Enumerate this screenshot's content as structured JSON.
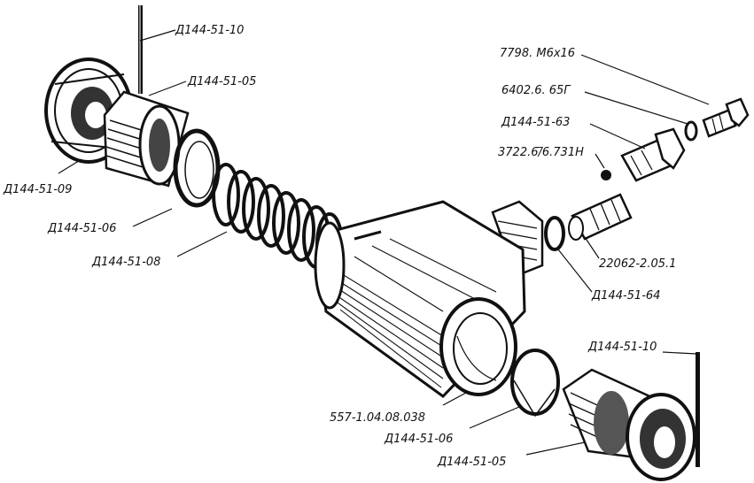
{
  "labels": {
    "top_rod": "Д144-51-10",
    "top_bushing": "Д144-51-05",
    "top_cap": "Д144-51-09",
    "top_ring": "Д144-51-06",
    "spring": "Д144-51-08",
    "bolt": "7798. М6х16",
    "washer_spring": "6402.6. 65Г",
    "screw": "Д144-51-63",
    "ball": "3722.6/̅6.731Н",
    "fitting": "22062-2.05.1",
    "seal_ring": "Д144-51-64",
    "housing": "557-1.04.08.038",
    "bottom_ring": "Д144-51-06",
    "bottom_rod": "Д144-51-10",
    "bottom_bushing": "Д144-51-05"
  }
}
